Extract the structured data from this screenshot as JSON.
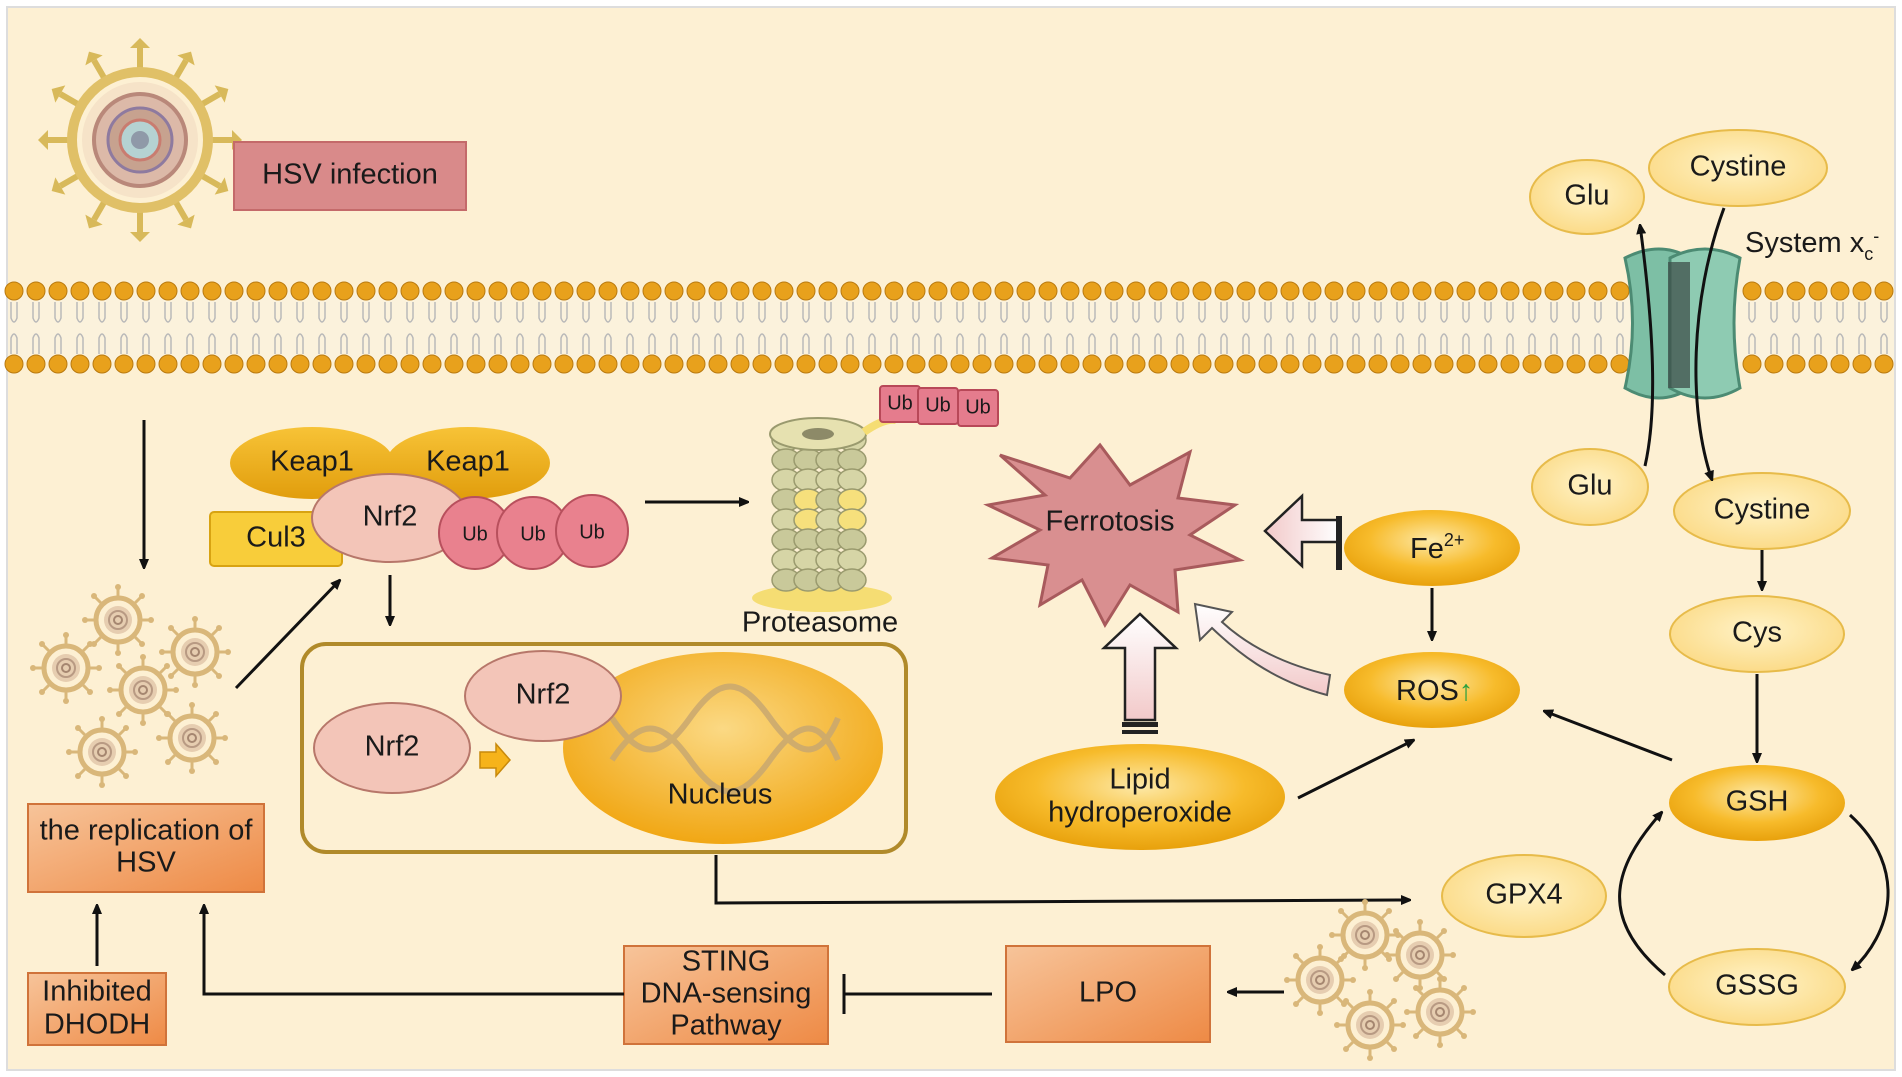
{
  "labels": {
    "hsv_infection": "HSV infection",
    "system_xc": "System x",
    "system_xc_sub": "c",
    "system_xc_sup": "-",
    "glu_top": "Glu",
    "cystine_top": "Cystine",
    "glu_bottom": "Glu",
    "cystine_bottom": "Cystine",
    "cys": "Cys",
    "gsh": "GSH",
    "gssg": "GSSG",
    "gpx4": "GPX4",
    "keap1_left": "Keap1",
    "keap1_right": "Keap1",
    "nrf2_complex": "Nrf2",
    "cul3": "Cul3",
    "ub_1": "Ub",
    "ub_2": "Ub",
    "ub_3": "Ub",
    "ub_tag_1": "Ub",
    "ub_tag_2": "Ub",
    "ub_tag_3": "Ub",
    "proteasome": "Proteasome",
    "ferrotosis": "Ferrotosis",
    "fe": "Fe",
    "fe_sup": "2+",
    "ros": "ROS",
    "ros_arrow": "↑",
    "lipid_line1": "Lipid",
    "lipid_line2": "hydroperoxide",
    "nrf2_nuc_1": "Nrf2",
    "nrf2_nuc_2": "Nrf2",
    "nucleus": "Nucleus",
    "replication_line1": "the replication of",
    "replication_line2": "HSV",
    "inhibited_line1": "Inhibited",
    "inhibited_line2": "DHODH",
    "sting_line1": "STING",
    "sting_line2": "DNA-sensing",
    "sting_line3": "Pathway",
    "lpo": "LPO"
  },
  "colors": {
    "background": "#fdf0d3",
    "membrane_head": "#e8a11c",
    "ellipse_light": "#fde6a3",
    "ellipse_gold": "#f6b31a",
    "box_orange": "#f2a366",
    "hsv_box": "#d98a8a",
    "ub_pink": "#e9818e",
    "nrf2_pink": "#f3c5b8",
    "ferrotosis": "#d98f90",
    "transporter": "#7dbfa5"
  }
}
